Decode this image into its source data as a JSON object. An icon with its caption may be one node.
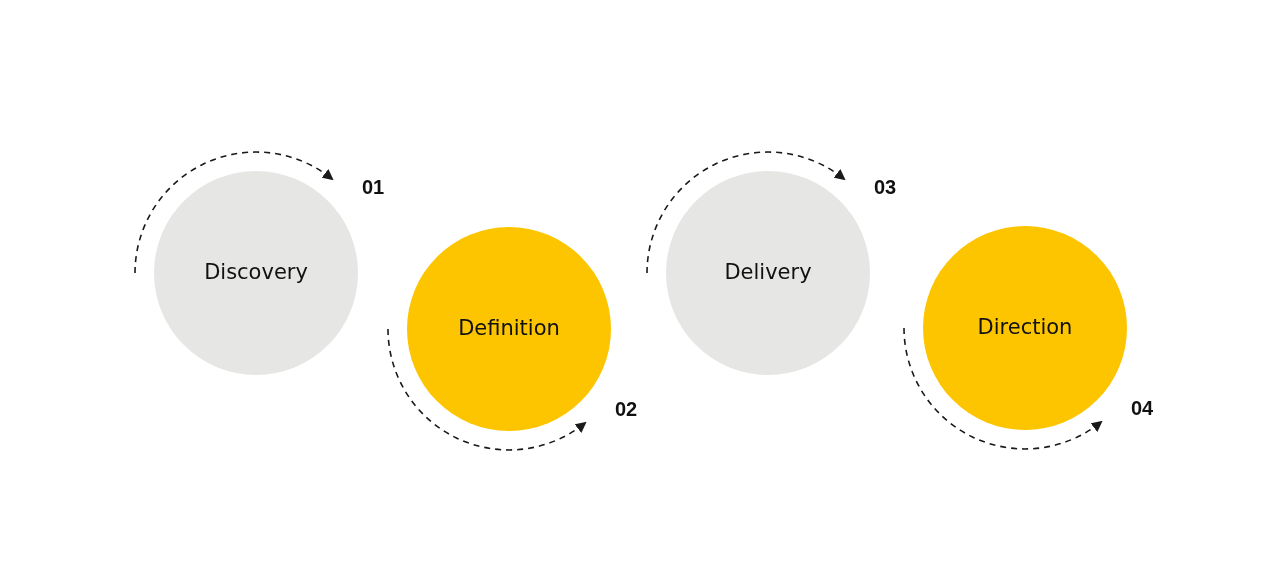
{
  "diagram": {
    "nodes": [
      {
        "text": [
          "Discovery"
        ],
        "beside": [
          "01"
        ]
      },
      {
        "text": [
          "Definition"
        ],
        "beside": [
          "02"
        ]
      },
      {
        "text": [
          "Delivery"
        ],
        "beside": [
          "03"
        ]
      },
      {
        "text": [
          "Direction"
        ],
        "beside": [
          "04"
        ]
      }
    ]
  }
}
